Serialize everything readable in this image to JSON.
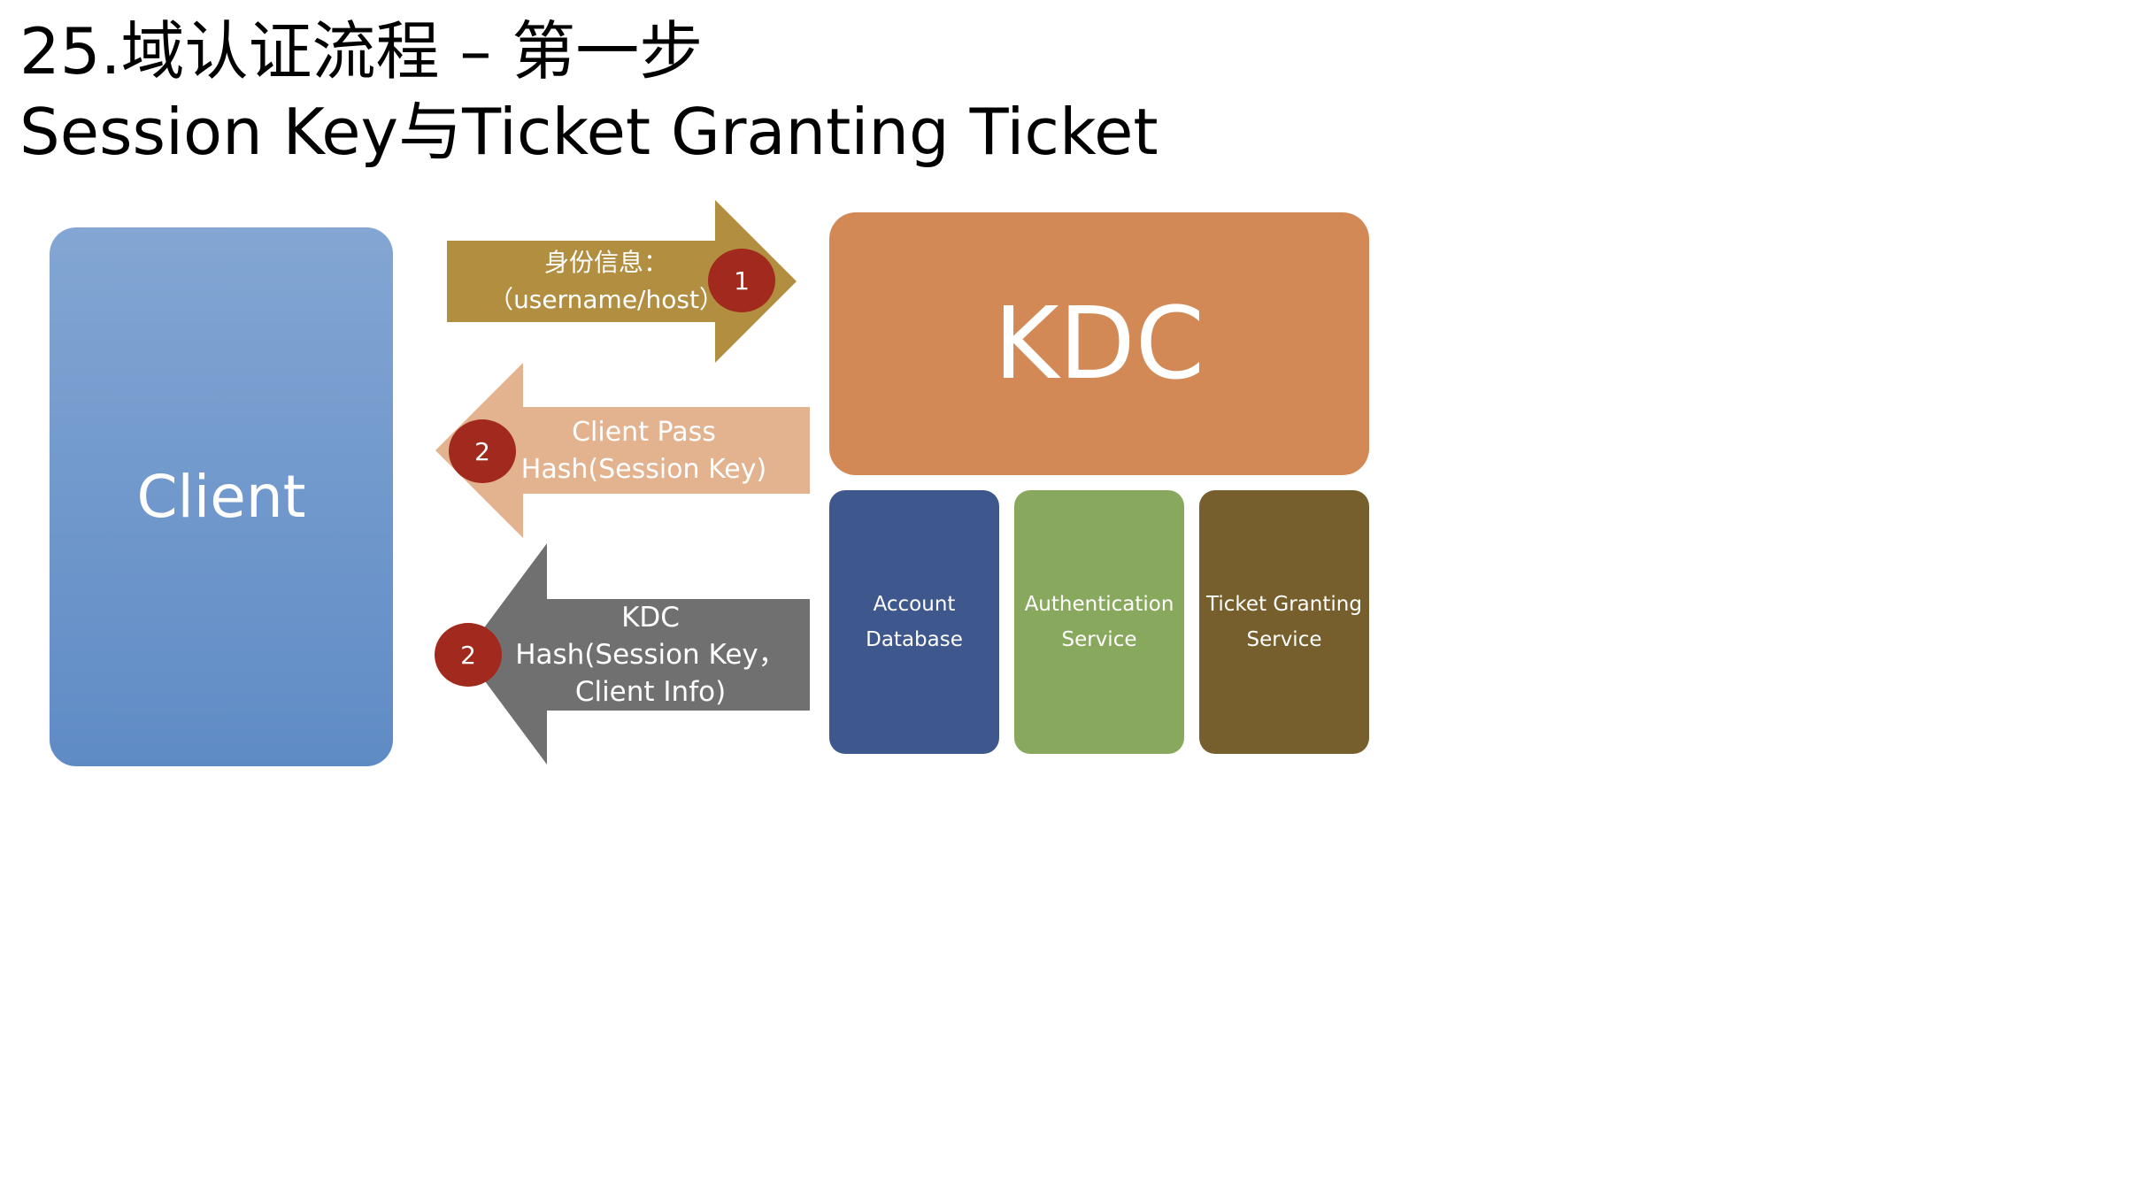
{
  "title": {
    "line1": "25.域认证流程 – 第一步",
    "line2": "Session Key与Ticket Granting Ticket"
  },
  "client": {
    "label": "Client"
  },
  "kdc": {
    "label": "KDC",
    "components": [
      {
        "line1": "Account",
        "line2": "Database"
      },
      {
        "line1": "Authentication",
        "line2": "Service"
      },
      {
        "line1": "Ticket Granting",
        "line2": "Service"
      }
    ]
  },
  "messages": [
    {
      "step": "1",
      "line1": "身份信息：",
      "line2": "（username/host）",
      "direction": "to-kdc"
    },
    {
      "step": "2",
      "line1": "Client Pass",
      "line2": "Hash(Session Key)",
      "direction": "to-client"
    },
    {
      "step": "2",
      "line1": "KDC",
      "line2": "Hash(Session Key，",
      "line3": "Client Info)",
      "direction": "to-client"
    }
  ],
  "colors": {
    "client": "#6f96cc",
    "kdc": "#d28955",
    "account_database": "#3e578c",
    "authentication_service": "#88a95d",
    "ticket_granting_service": "#765f2c",
    "arrow1": "#b28f40",
    "arrow2": "#e3b28f",
    "arrow3": "#707070",
    "badge": "#a2291d"
  }
}
